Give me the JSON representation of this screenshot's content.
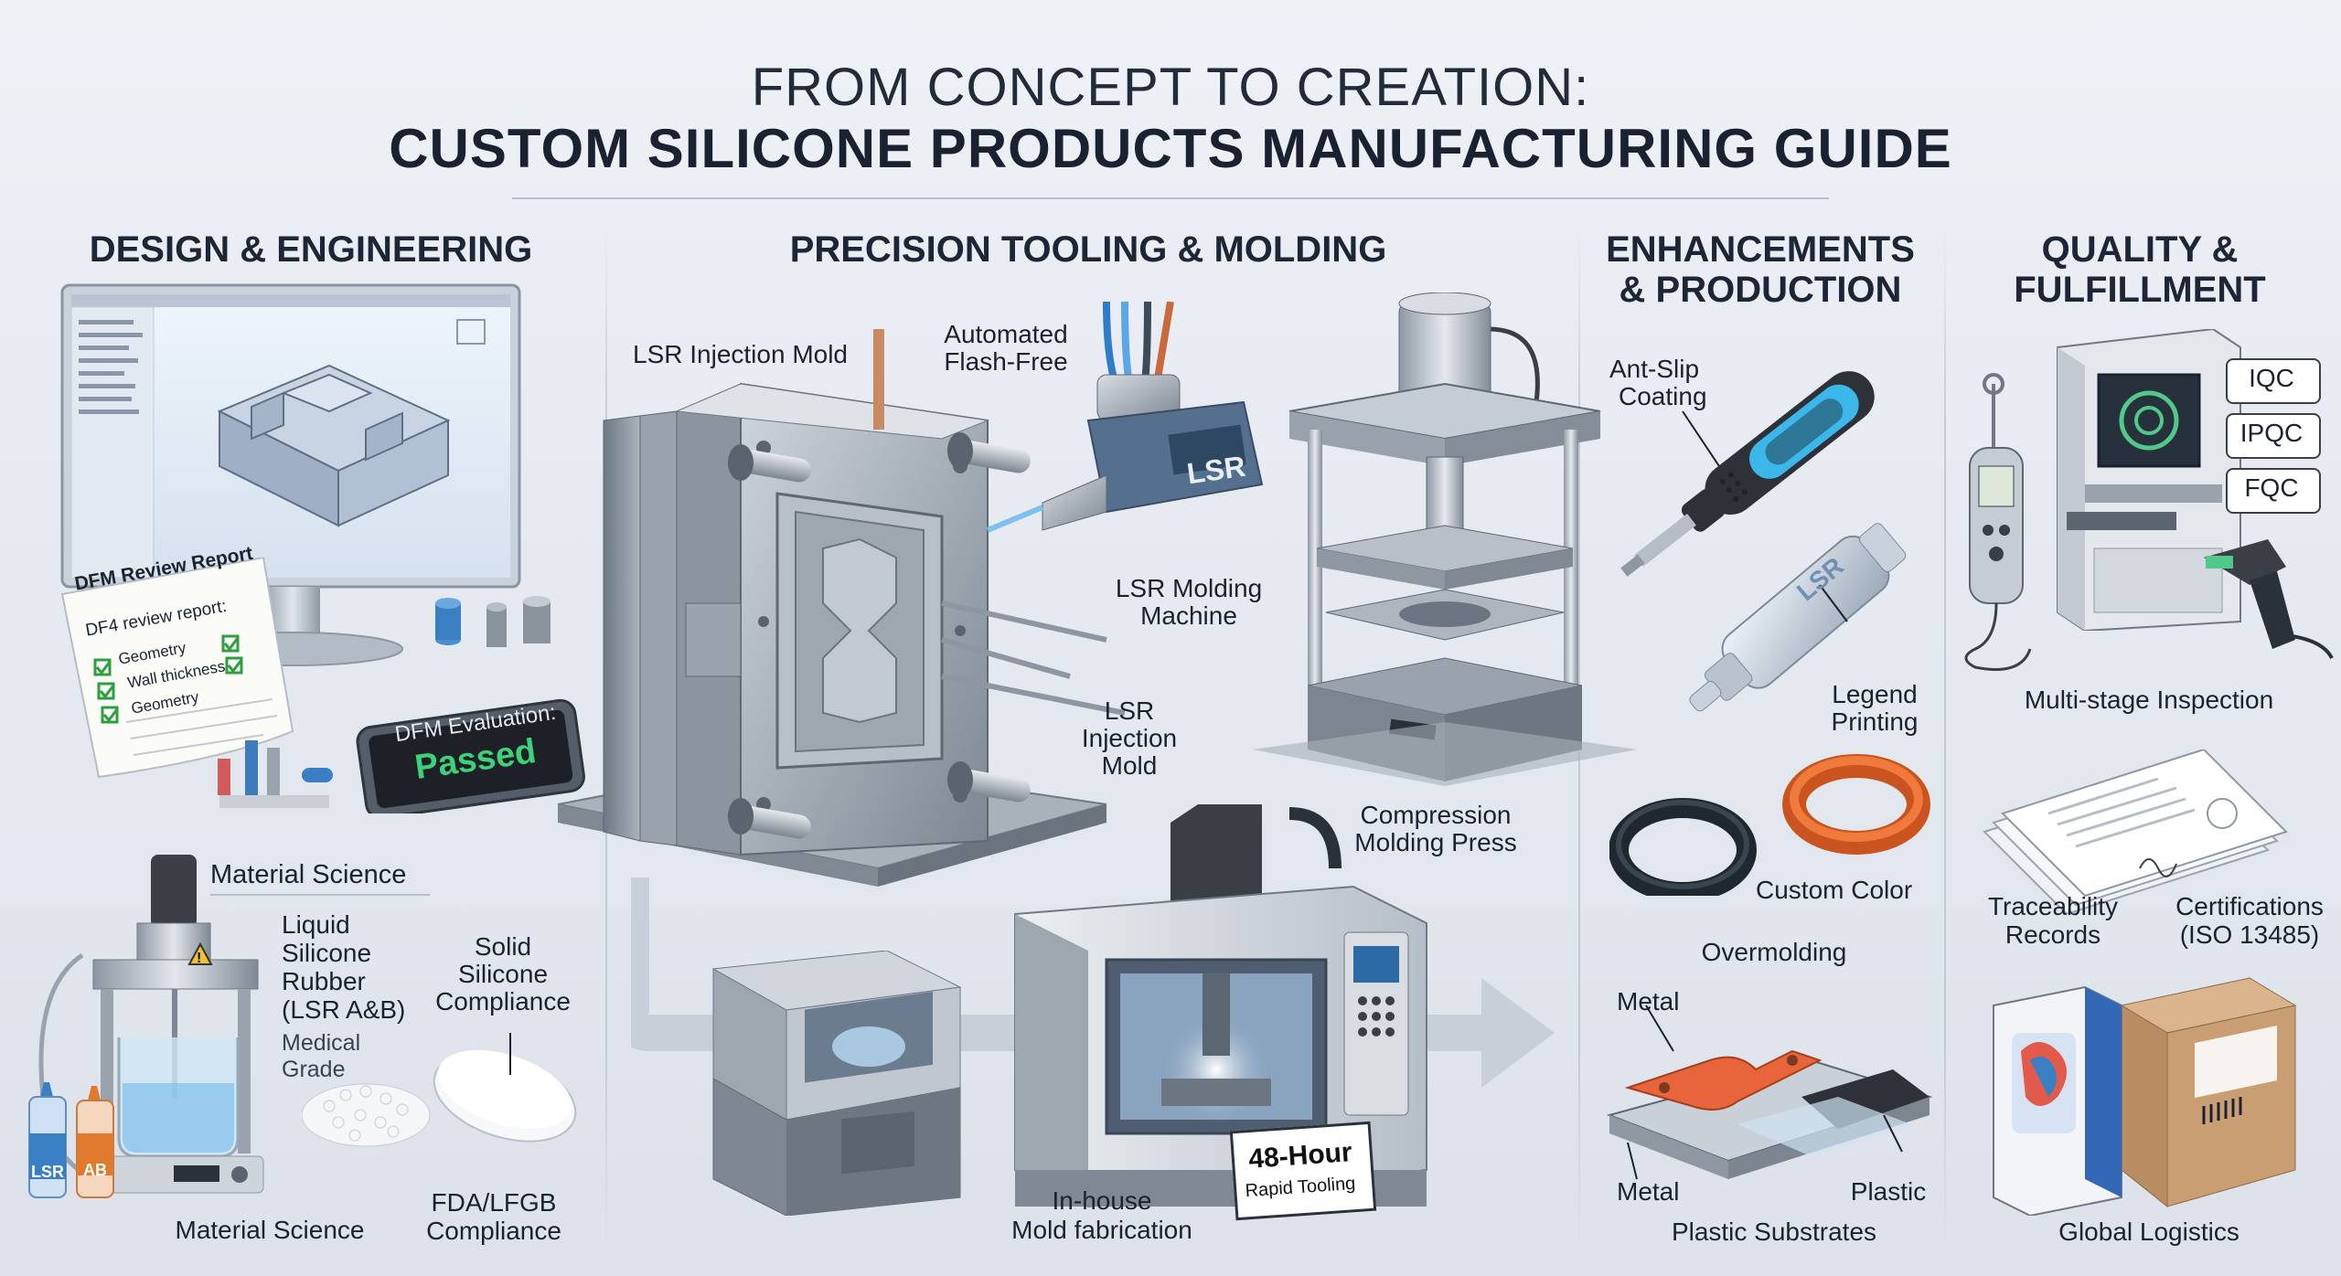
{
  "title": {
    "line1": "FROM CONCEPT TO CREATION:",
    "line2": "CUSTOM SILICONE PRODUCTS MANUFACTURING GUIDE"
  },
  "sections": {
    "design": "DESIGN & ENGINEERING",
    "tooling": "PRECISION TOOLING & MOLDING",
    "enhance_1": "ENHANCEMENTS",
    "enhance_2": "& PRODUCTION",
    "quality_1": "QUALITY &",
    "quality_2": "FULFILLMENT"
  },
  "design": {
    "report_title": "DFM Review Report",
    "report_sub": "DF4 review report:",
    "checks": [
      "Geometry",
      "Wall thickness",
      "Geometry"
    ],
    "eval_line1": "DFM Evaluation:",
    "eval_line2": "Passed",
    "material_header": "Material Science",
    "lsr_1": "Liquid",
    "lsr_2": "Silicone",
    "lsr_3": "Rubber",
    "lsr_4": "(LSR A&B)",
    "med_1": "Medical",
    "med_2": "Grade",
    "solid_1": "Solid",
    "solid_2": "Silicone",
    "solid_3": "Compliance",
    "bottle_lsr": "LSR",
    "bottle_ab": "AB",
    "material_footer": "Material Science",
    "fda_1": "FDA/LFGB",
    "fda_2": "Compliance"
  },
  "tooling": {
    "mold_label": "LSR Injection Mold",
    "auto_1": "Automated",
    "auto_2": "Flash-Free",
    "nozzle_badge": "LSR",
    "machine_1": "LSR Molding",
    "machine_2": "Machine",
    "inj_1": "LSR",
    "inj_2": "Injection",
    "inj_3": "Mold",
    "press_1": "Compression",
    "press_2": "Molding Press",
    "inhouse_1": "In-house",
    "inhouse_2": "Mold fabrication",
    "rapid_1": "48-Hour",
    "rapid_2": "Rapid Tooling"
  },
  "enhance": {
    "antislip_1": "Ant-Slip",
    "antislip_2": "Coating",
    "syringe_text": "LSR",
    "legend_1": "Legend",
    "legend_2": "Printing",
    "custom_color": "Custom Color",
    "overmolding": "Overmolding",
    "metal_top": "Metal",
    "metal_bottom": "Metal",
    "plastic": "Plastic",
    "substrates": "Plastic Substrates"
  },
  "quality": {
    "tags": [
      "IQC",
      "IPQC",
      "FQC"
    ],
    "inspection": "Multi-stage Inspection",
    "trace_1": "Traceability",
    "trace_2": "Records",
    "cert_1": "Certifications",
    "cert_2": "(ISO 13485)",
    "logistics": "Global Logistics"
  },
  "colors": {
    "accent_blue": "#3aa3e0",
    "pass_green": "#3fd07a",
    "orange": "#e8642f",
    "steel": "#8d96a3"
  }
}
